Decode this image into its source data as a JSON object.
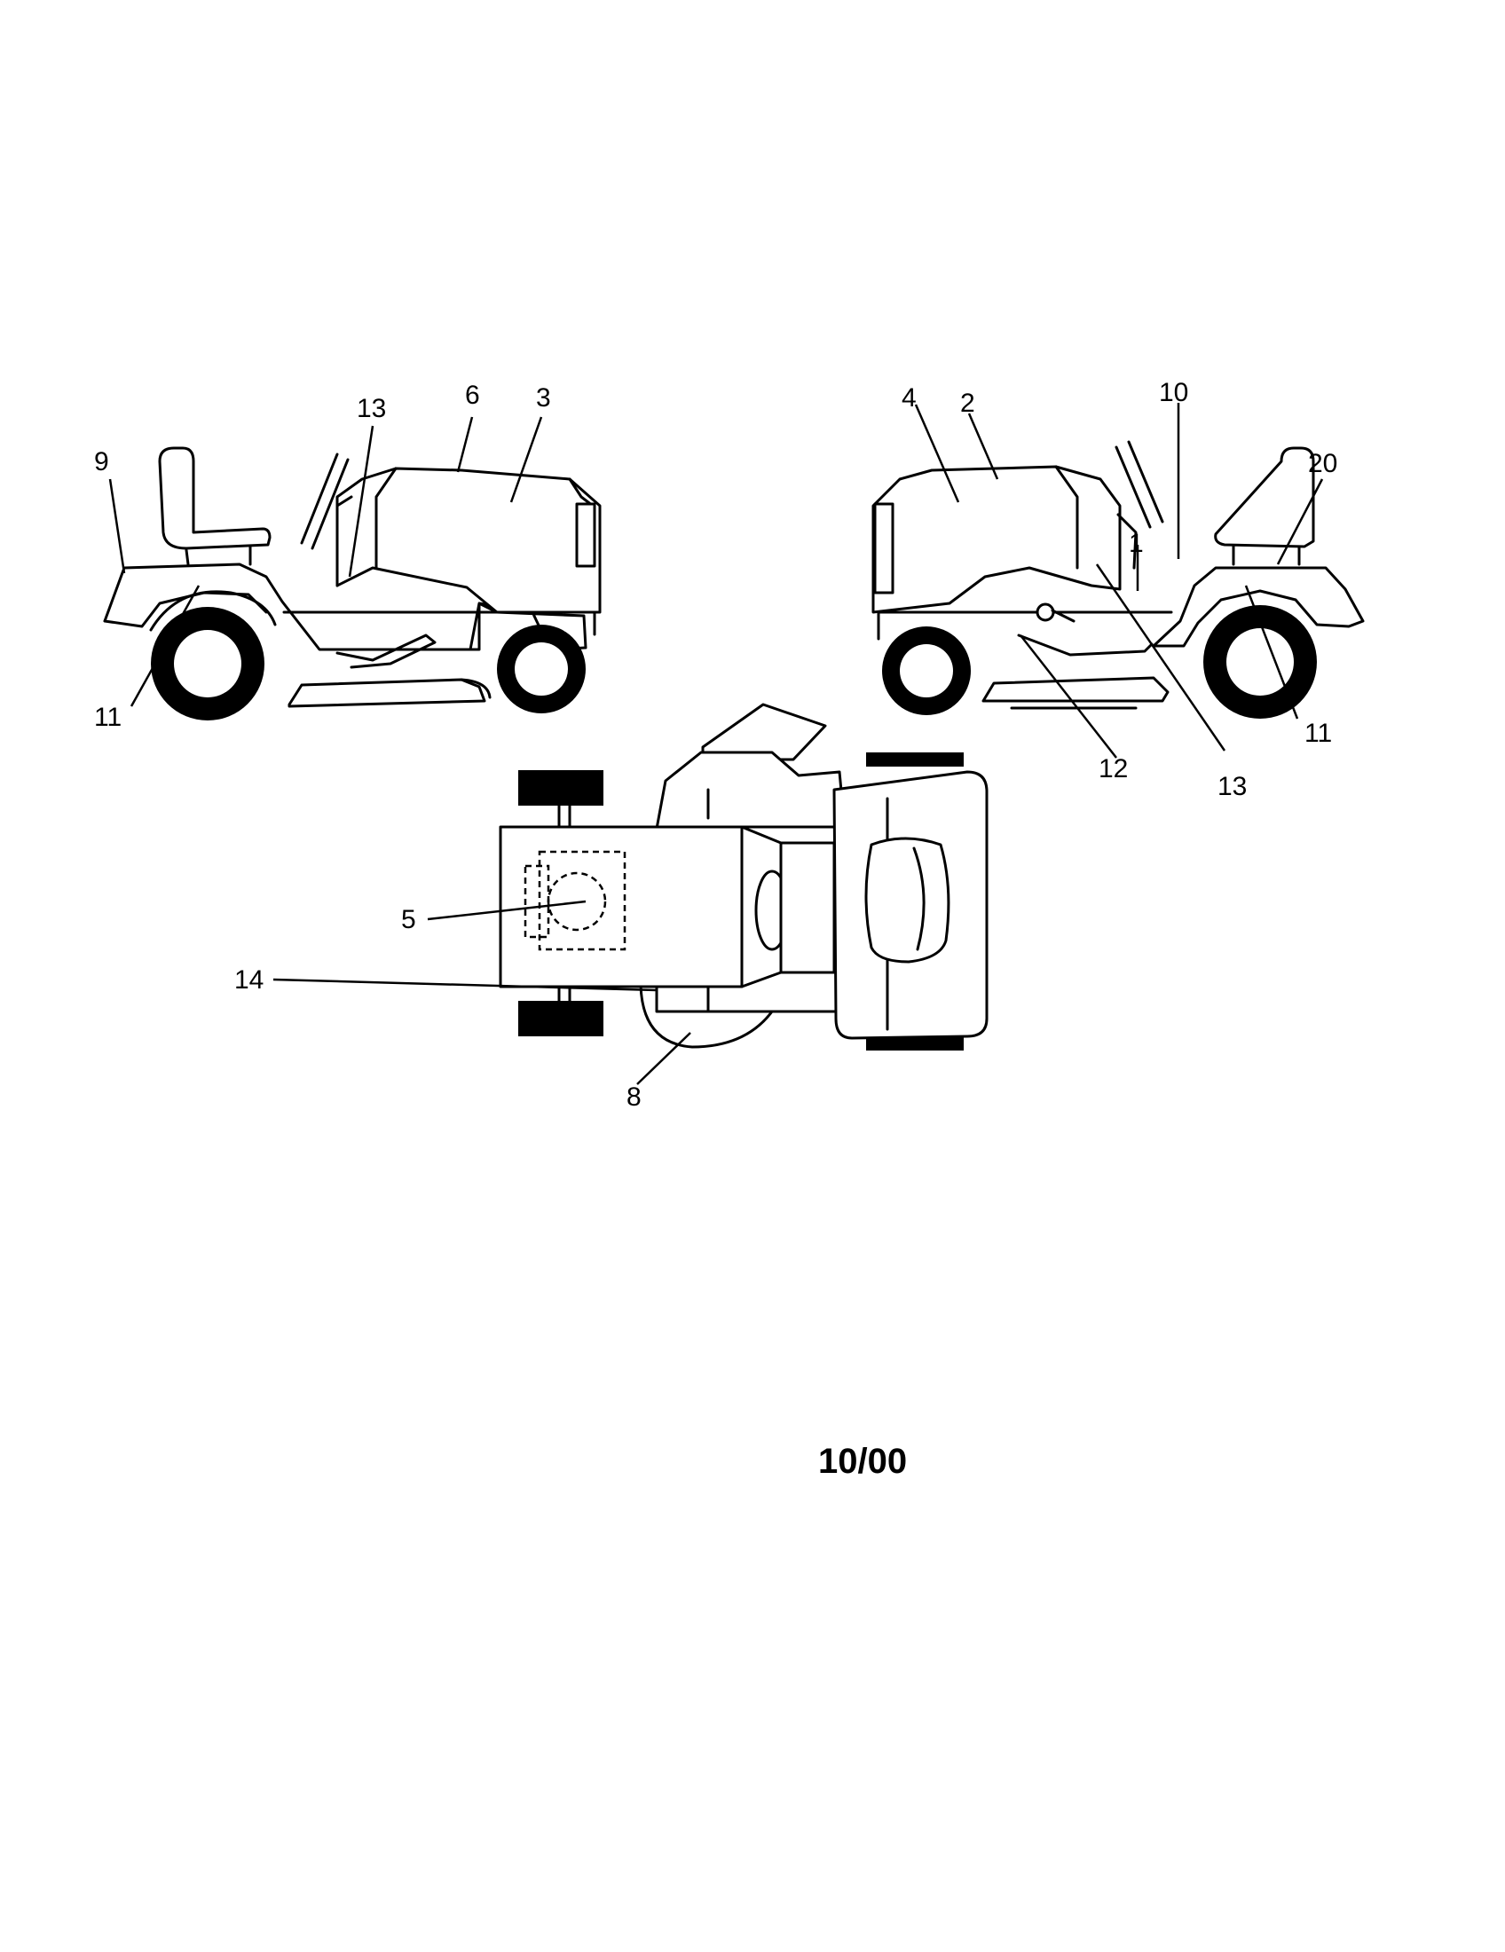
{
  "callouts": {
    "left_view": [
      "9",
      "13",
      "6",
      "3",
      "11"
    ],
    "right_view": [
      "4",
      "2",
      "10",
      "20",
      "1",
      "12",
      "13",
      "11"
    ],
    "top_view": [
      "5",
      "14",
      "8"
    ]
  },
  "date_code": "10/00"
}
